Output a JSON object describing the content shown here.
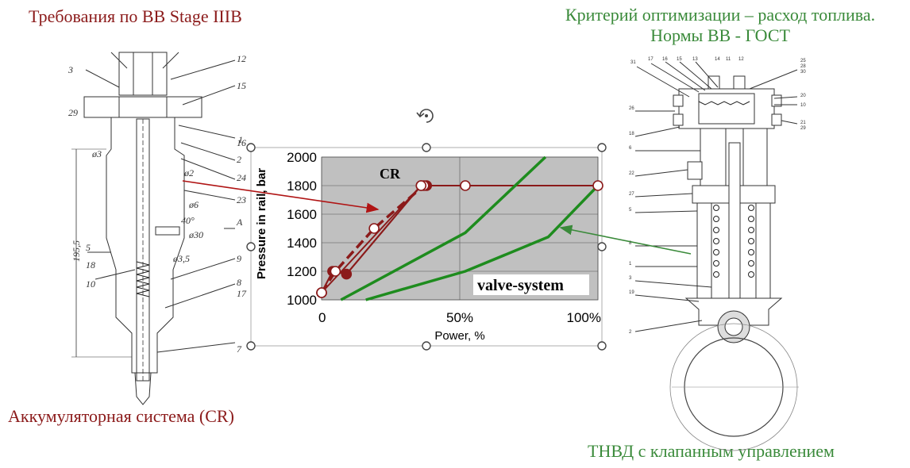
{
  "captions": {
    "requirements": "Требования по ВВ Stage IIIB",
    "criterion_line1": "Критерий оптимизации – расход топлива.",
    "criterion_line2": "Нормы ВВ - ГОСТ",
    "cr_system": "Аккумуляторная система (CR)",
    "pump": "ТНВД с клапанным управлением"
  },
  "colors": {
    "cr": "#8b1a1a",
    "valve": "#1e8c1e",
    "green_text": "#3a8a3a",
    "plot_bg": "#c0c0c0"
  },
  "chart_data": {
    "type": "line",
    "xlabel": "Power, %",
    "ylabel": "Pressure in rail, bar",
    "xlim": [
      0,
      100
    ],
    "ylim": [
      1000,
      2000
    ],
    "x_ticks": [
      "0",
      "50%",
      "100%"
    ],
    "y_ticks": [
      "1000",
      "1200",
      "1400",
      "1600",
      "1800",
      "2000"
    ],
    "grid": true,
    "annotations": [
      "CR",
      "valve-system"
    ],
    "series": [
      {
        "group": "CR",
        "style": "solid",
        "x": [
          0,
          4,
          9,
          36,
          38
        ],
        "y": [
          1050,
          1200,
          1180,
          1800,
          1800
        ]
      },
      {
        "group": "CR",
        "style": "dashed",
        "x": [
          0,
          5,
          19,
          37
        ],
        "y": [
          1050,
          1200,
          1500,
          1800
        ]
      },
      {
        "group": "CR",
        "style": "thin",
        "x": [
          0,
          36,
          52,
          100
        ],
        "y": [
          1050,
          1800,
          1800,
          1800
        ]
      },
      {
        "group": "valve-system",
        "style": "solid",
        "x": [
          7,
          52,
          81
        ],
        "y": [
          1000,
          1470,
          2000
        ]
      },
      {
        "group": "valve-system",
        "style": "solid",
        "x": [
          16,
          52,
          82,
          100
        ],
        "y": [
          1000,
          1200,
          1440,
          1800
        ]
      }
    ]
  },
  "left_drawing": {
    "labels": [
      "3",
      "12",
      "15",
      "29",
      "1",
      "16",
      "2",
      "24",
      "ø3",
      "ø2",
      "23",
      "ø6",
      "ø30",
      "40°",
      "A",
      "195,5",
      "5",
      "18",
      "ø3,5",
      "10",
      "9",
      "8",
      "17",
      "7"
    ]
  },
  "right_drawing": {
    "labels": [
      "31",
      "17",
      "16",
      "15",
      "13",
      "14",
      "11",
      "12",
      "25",
      "28",
      "30",
      "20",
      "10",
      "26",
      "21",
      "29",
      "18",
      "6",
      "22",
      "27",
      "5",
      "8",
      "1",
      "3",
      "19",
      "2"
    ]
  }
}
